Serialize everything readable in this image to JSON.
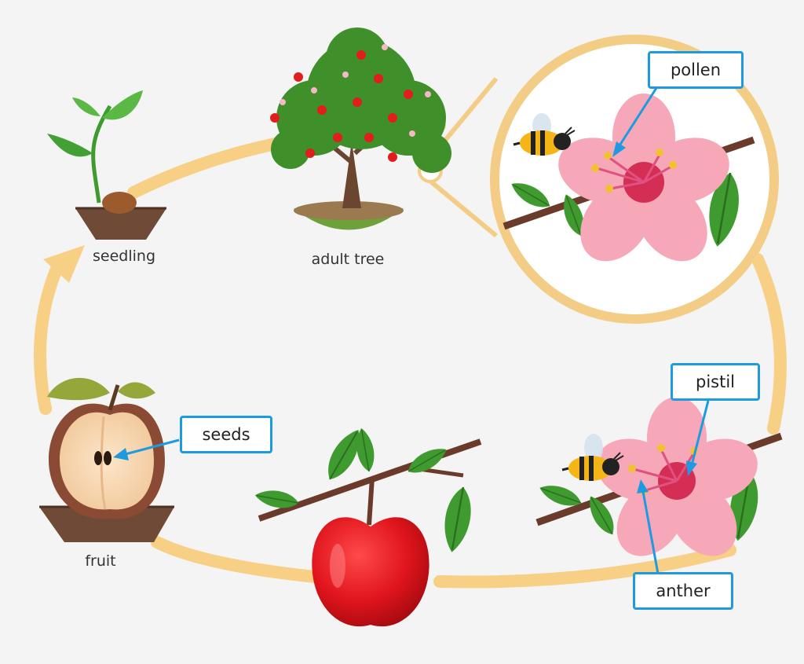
{
  "diagram": {
    "stages": {
      "seedling": "seedling",
      "adult_tree": "adult tree",
      "fruit": "fruit"
    },
    "callouts": {
      "pollen": "pollen",
      "pistil": "pistil",
      "anther": "anther",
      "seeds": "seeds"
    }
  },
  "colors": {
    "cycle_arrow": "#f7cf85",
    "callout_border": "#1e9be0",
    "leaf_green": "#3f9a2f",
    "petal_pink": "#f6a8b8",
    "apple_red": "#e0141c",
    "background": "#f4f4f4"
  }
}
